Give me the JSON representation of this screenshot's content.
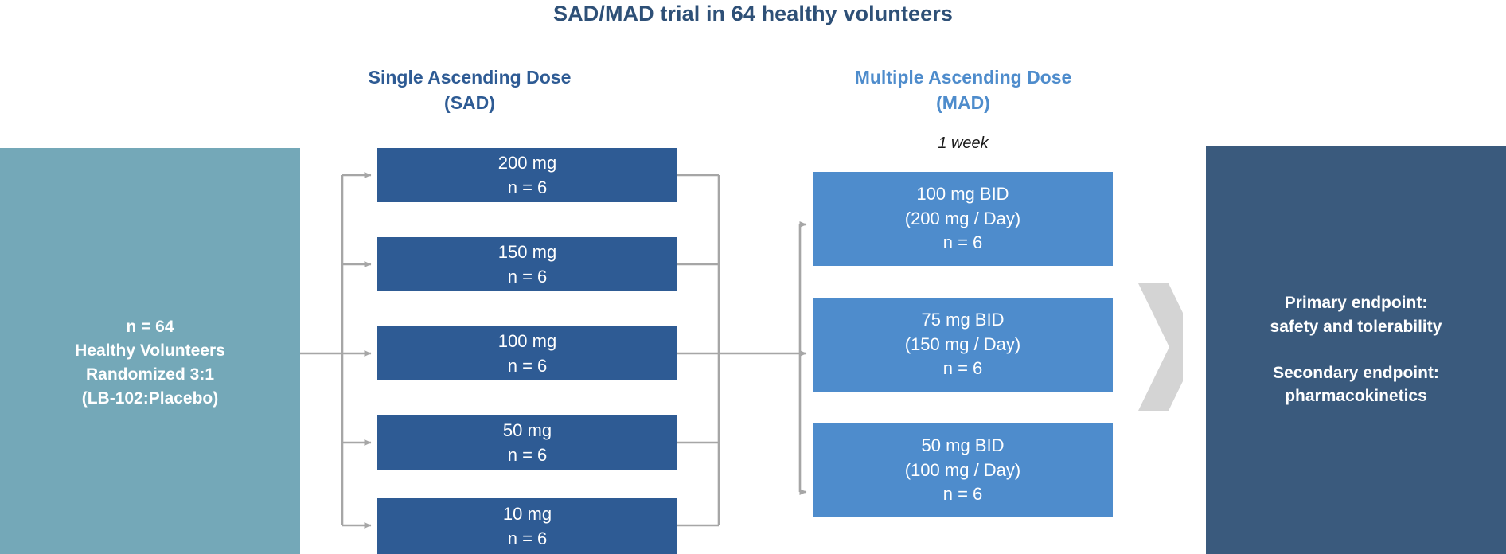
{
  "title": "SAD/MAD trial in 64 healthy volunteers",
  "columns": {
    "sad_header": "Single Ascending Dose\n(SAD)",
    "sad_header_line1": "Single Ascending Dose",
    "sad_header_line2": "(SAD)",
    "mad_header_line1": "Multiple Ascending Dose",
    "mad_header_line2": "(MAD)",
    "mad_duration": "1 week"
  },
  "enrollment": {
    "line1": "n = 64",
    "line2": "Healthy Volunteers",
    "line3": "Randomized 3:1",
    "line4": "(LB-102:Placebo)"
  },
  "sad_arms": [
    {
      "dose": "200 mg",
      "n": "n = 6"
    },
    {
      "dose": "150 mg",
      "n": "n = 6"
    },
    {
      "dose": "100 mg",
      "n": "n = 6"
    },
    {
      "dose": "50 mg",
      "n": "n = 6"
    },
    {
      "dose": "10 mg",
      "n": "n = 6"
    }
  ],
  "mad_arms": [
    {
      "dose": "100 mg BID",
      "daily": "(200 mg / Day)",
      "n": "n = 6"
    },
    {
      "dose": "75 mg BID",
      "daily": "(150 mg / Day)",
      "n": "n = 6"
    },
    {
      "dose": "50 mg BID",
      "daily": "(100 mg / Day)",
      "n": "n = 6"
    }
  ],
  "endpoints": {
    "primary_label": "Primary endpoint:",
    "primary_value": "safety and tolerability",
    "secondary_label": "Secondary endpoint:",
    "secondary_value": "pharmacokinetics"
  },
  "colors": {
    "title_blue": "#2E5077",
    "sad_blue": "#2E5B94",
    "mad_blue": "#4E8CCC",
    "teal": "#74A8B8",
    "endpoint_navy": "#3A5A7D",
    "connector_gray": "#A6A6A6",
    "chevron_gray": "#D4D4D4",
    "background": "#FFFFFF"
  },
  "icons": {
    "flow_arrow": "arrow-right-icon",
    "chevron": "chevron-right-icon"
  }
}
